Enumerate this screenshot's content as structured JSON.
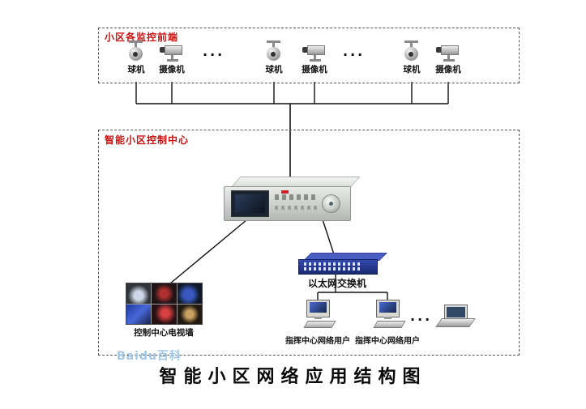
{
  "diagram": {
    "title": "智能小区网络应用结构图",
    "watermark": "Baidu百科",
    "front_end_box": {
      "label": "小区各监控前端",
      "ellipsis": "···",
      "camera_groups": [
        {
          "dome_label": "球机",
          "camera_label": "摄像机"
        },
        {
          "dome_label": "球机",
          "camera_label": "摄像机"
        },
        {
          "dome_label": "球机",
          "camera_label": "摄像机"
        }
      ]
    },
    "control_center_box": {
      "label": "智能小区控制中心",
      "switch_label": "以太网交换机",
      "tv_wall_label": "控制中心电视墙",
      "ellipsis": "...",
      "users": [
        {
          "label": "指挥中心网络用户"
        },
        {
          "label": "指挥中心网络用户"
        }
      ]
    },
    "colors": {
      "box_label": "#cc1111",
      "line": "#111111",
      "switch_body": "#22309a",
      "watermark": "#a2c6e6"
    },
    "icons": {
      "dome_camera": "css-shape",
      "box_camera": "css-shape",
      "dvr": "css-shape",
      "ethernet_switch": "css-shape",
      "tv_wall": "css-shape",
      "desktop_pc": "css-shape",
      "laptop": "css-shape"
    }
  }
}
